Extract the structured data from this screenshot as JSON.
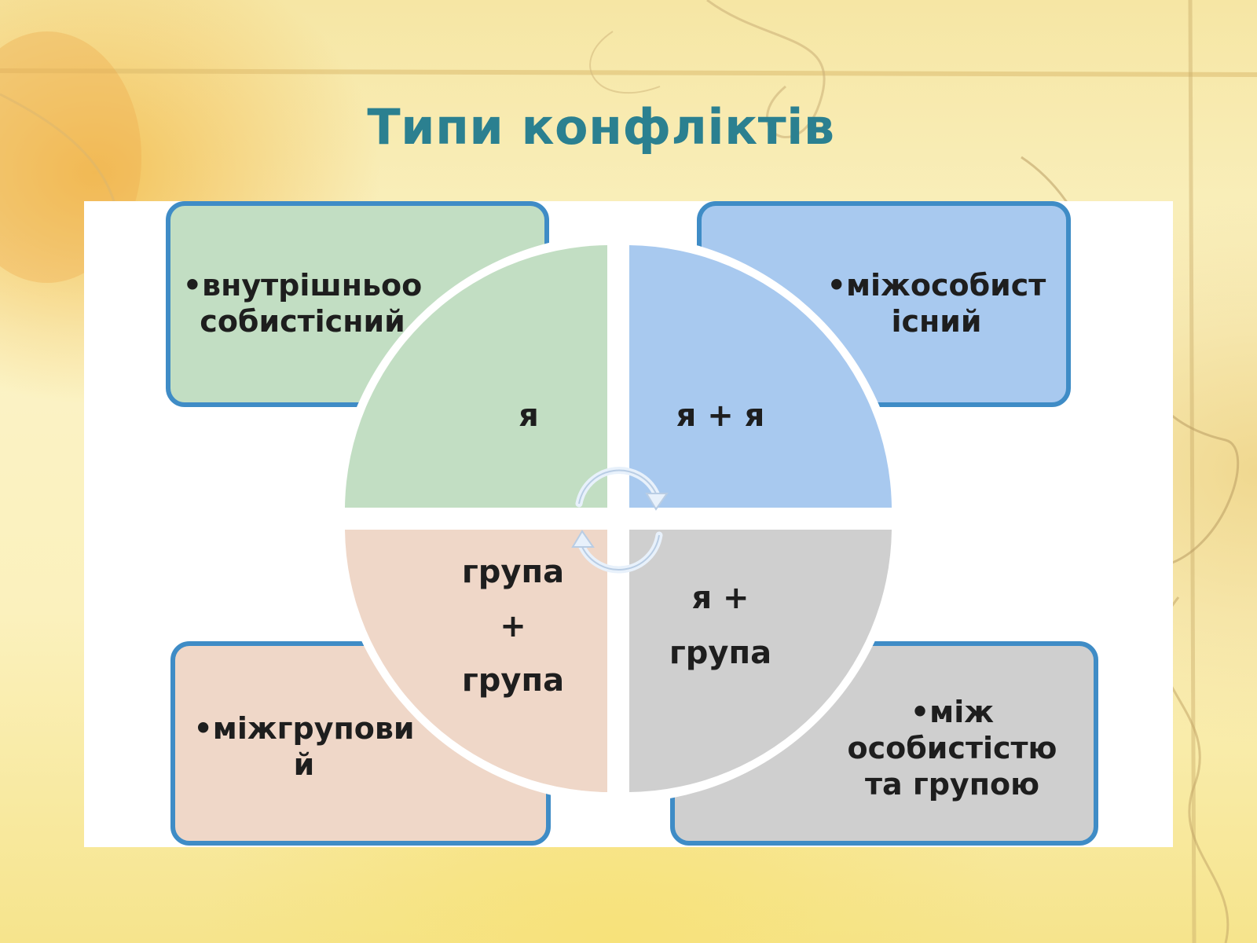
{
  "slide": {
    "title": "Типи конфліктів"
  },
  "colors": {
    "title": "#2b8090",
    "border": "#3f8cc6",
    "green": "#c2dec3",
    "blue": "#a8c9ef",
    "peach": "#efd7c8",
    "gray": "#cfcfcf"
  },
  "diagram": {
    "boxes": {
      "top_left": {
        "line1": "•внутрішньоо",
        "line2": "собистісний"
      },
      "top_right": {
        "line1": "•міжособист",
        "line2": "існий"
      },
      "bottom_left": {
        "line1": "•міжгрупови",
        "line2": "й"
      },
      "bottom_right": {
        "line1": "•між",
        "line2": "особистістю",
        "line3": "та групою"
      }
    },
    "quadrants": {
      "top_left": "я",
      "top_right": "я + я",
      "bottom_left": {
        "line1": "група",
        "line2": "+",
        "line3": "група"
      },
      "bottom_right": {
        "line1": "я +",
        "line2": "група"
      }
    },
    "center_icon": "cycle-arrows-icon"
  }
}
